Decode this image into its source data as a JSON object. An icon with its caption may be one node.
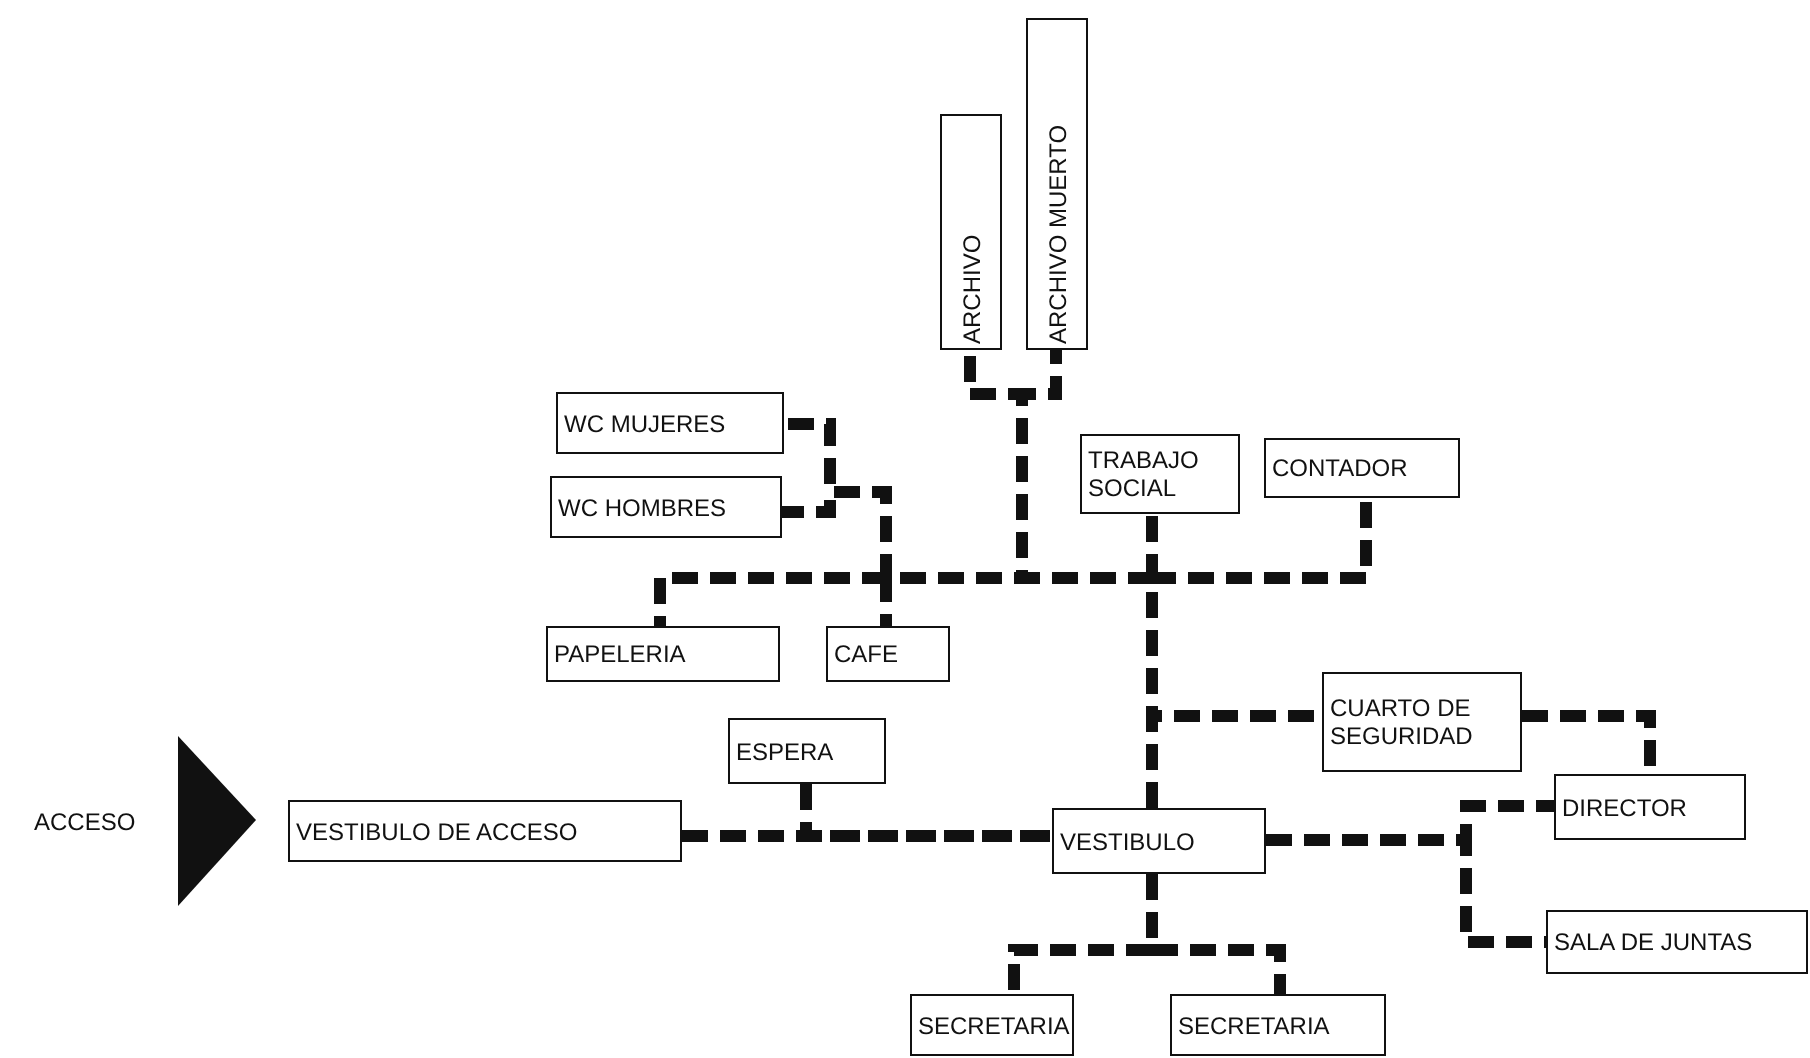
{
  "diagram": {
    "nodes": [
      {
        "text": [
          "ARCHIVO"
        ]
      },
      {
        "text": [
          "ARCHIVO MUERTO"
        ]
      },
      {
        "text": [
          "WC MUJERES"
        ]
      },
      {
        "text": [
          "WC HOMBRES"
        ]
      },
      {
        "text": [
          "TRABAJO SOCIAL"
        ]
      },
      {
        "text": [
          "CONTADOR"
        ]
      },
      {
        "text": [
          "PAPELERIA"
        ]
      },
      {
        "text": [
          "CAFE"
        ]
      },
      {
        "text": [
          "CUARTO DE SEGURIDAD"
        ]
      },
      {
        "text": [
          "ESPERA"
        ]
      },
      {
        "text": [
          "VESTIBULO DE ACCESO"
        ]
      },
      {
        "text": [
          "VESTIBULO"
        ]
      },
      {
        "text": [
          "DIRECTOR"
        ]
      },
      {
        "text": [
          "SALA DE JUNTAS"
        ]
      },
      {
        "text": [
          "SECRETARIA"
        ]
      },
      {
        "text": [
          "SECRETARIA"
        ]
      }
    ],
    "edges": [
      {
        "from": 11,
        "to": 4,
        "arrow": "none"
      },
      {
        "from": 11,
        "to": 5,
        "arrow": "none"
      },
      {
        "from": 11,
        "to": 6,
        "arrow": "none"
      },
      {
        "from": 11,
        "to": 7,
        "arrow": "none"
      },
      {
        "from": 11,
        "to": 0,
        "arrow": "none"
      },
      {
        "from": 11,
        "to": 1,
        "arrow": "none"
      },
      {
        "from": 11,
        "to": 2,
        "arrow": "none"
      },
      {
        "from": 11,
        "to": 3,
        "arrow": "none"
      },
      {
        "from": 11,
        "to": 8,
        "arrow": "none"
      },
      {
        "from": 8,
        "to": 12,
        "arrow": "none"
      },
      {
        "from": 11,
        "to": 12,
        "arrow": "none"
      },
      {
        "from": 11,
        "to": 13,
        "arrow": "none"
      },
      {
        "from": 11,
        "to": 14,
        "arrow": "none"
      },
      {
        "from": 11,
        "to": 15,
        "arrow": "none"
      },
      {
        "from": 10,
        "to": 11,
        "arrow": "none"
      },
      {
        "from": 9,
        "to": 11,
        "arrow": "none"
      }
    ],
    "labels": [
      "ACCESO"
    ]
  }
}
